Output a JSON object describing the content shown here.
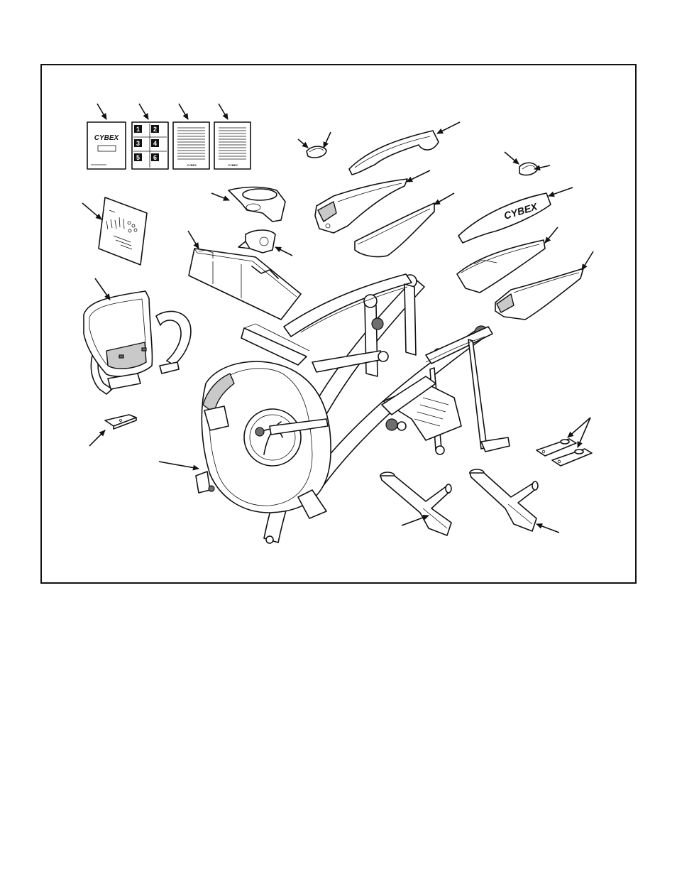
{
  "brand_logo_text": "CYBEX",
  "brand_logo_small_text": "CYBEX",
  "diagram_numbers": [
    "1",
    "2",
    "3",
    "4",
    "5",
    "6"
  ]
}
